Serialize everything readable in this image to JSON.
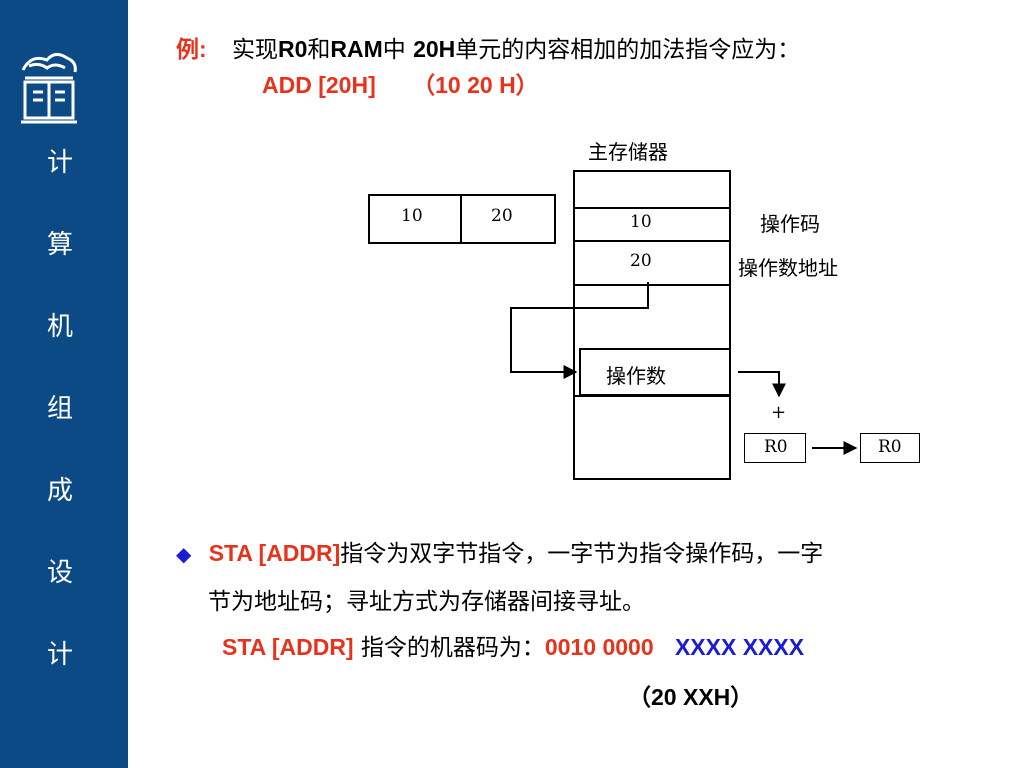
{
  "sidebar": {
    "title_chars": [
      "计",
      "算",
      "机",
      "组",
      "成",
      "设",
      "计"
    ],
    "colors": {
      "background": "#0c4a86",
      "text": "#ffffff"
    },
    "logo_icon": "dragon-book-emblem-icon"
  },
  "example": {
    "label": "例:",
    "text_1": "实现",
    "text_2": "R0",
    "text_3": "和",
    "text_4": "RAM",
    "text_5": "中 ",
    "text_6": "20H",
    "text_7": "单元的内容相加的加法指令应为：",
    "instruction": "ADD  [20H]",
    "machine_code": "（10  20 H）"
  },
  "diagram": {
    "instr_cells": [
      "10",
      "20"
    ],
    "memory_title": "主存储器",
    "mem_cells": [
      "10",
      "20"
    ],
    "opcode_label": "操作码",
    "operand_addr_label": "操作数地址",
    "operand_box_label": "操作数",
    "plus": "+",
    "reg_src": "R0",
    "reg_dst": "R0"
  },
  "sta": {
    "bullet_icon": "diamond-bullet-icon",
    "instr": "STA  [ADDR]",
    "desc_1": "指令为双字节指令，一字节为指令操作码，一字",
    "desc_2": "节为地址码；寻址方式为存储器间接寻址。",
    "line3_instr": "STA [ADDR]",
    "line3_text": " 指令的机器码为：",
    "code_red": "0010 0000",
    "code_blue": "XXXX  XXXX",
    "code_hex": "（20  XXH）"
  },
  "colors": {
    "red": "#e8331c",
    "blue": "#1b1bd6"
  }
}
